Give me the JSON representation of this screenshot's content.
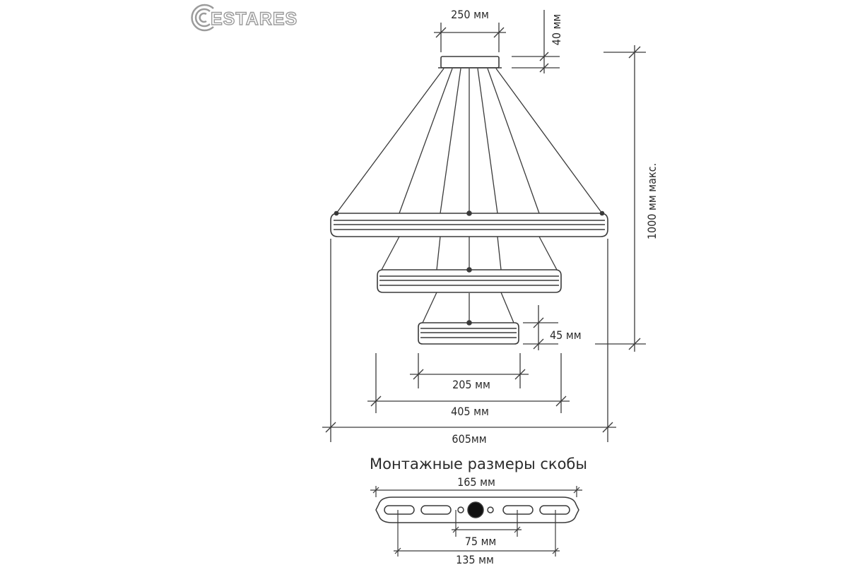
{
  "brand": {
    "logo_text": "ESTARES"
  },
  "dimensions": {
    "canopy_width": "250 мм",
    "canopy_height": "40 мм",
    "max_height": "1000 мм макс.",
    "ring_thickness": "45 мм",
    "ring_small": "205 мм",
    "ring_medium": "405 мм",
    "ring_large": "605мм"
  },
  "bracket": {
    "title": "Монтажные размеры скобы",
    "overall": "165 мм",
    "inner": "75 мм",
    "outer": "135 мм"
  },
  "colors": {
    "line": "#3a3a3a",
    "logo_outline": "#9b9b9b",
    "dark_dot": "#111111"
  }
}
